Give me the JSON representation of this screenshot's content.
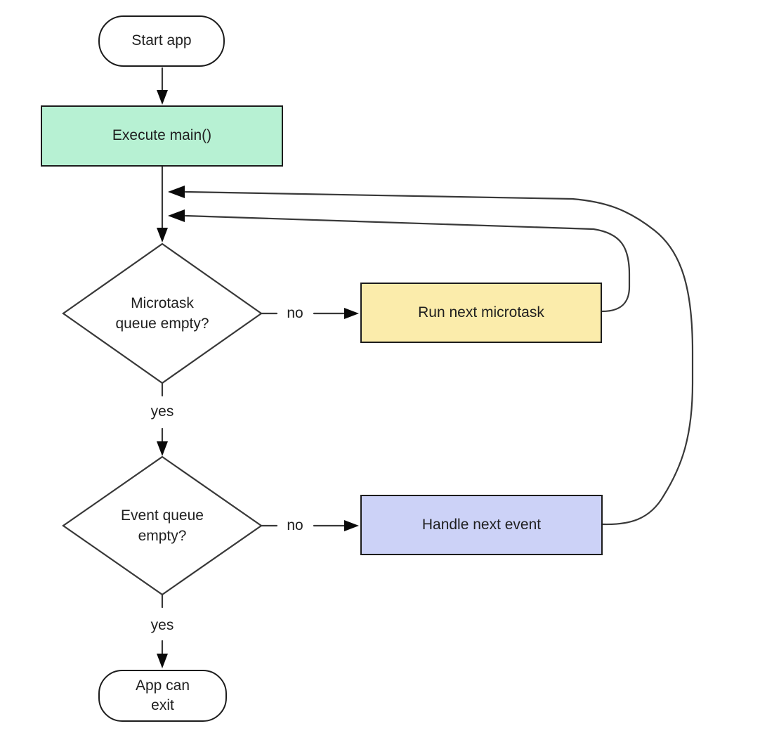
{
  "diagram": {
    "type": "flowchart",
    "nodes": {
      "start": {
        "label": "Start app",
        "shape": "terminal",
        "fill": "#ffffff"
      },
      "execute_main": {
        "label": "Execute main()",
        "shape": "process",
        "fill": "#b7f1d3"
      },
      "microtask_decision": {
        "label": "Microtask\nqueue empty?",
        "shape": "decision",
        "fill": "#ffffff"
      },
      "run_microtask": {
        "label": "Run next microtask",
        "shape": "process",
        "fill": "#fbecab"
      },
      "event_decision": {
        "label": "Event queue\nempty?",
        "shape": "decision",
        "fill": "#ffffff"
      },
      "handle_event": {
        "label": "Handle next event",
        "shape": "process",
        "fill": "#ccd2f7"
      },
      "app_exit": {
        "label": "App can\nexit",
        "shape": "terminal",
        "fill": "#ffffff"
      }
    },
    "edge_labels": {
      "microtask_no": "no",
      "microtask_yes": "yes",
      "event_no": "no",
      "event_yes": "yes"
    },
    "colors": {
      "background": "#ffffff",
      "line": "#383838",
      "arrowhead": "#0a0a0a",
      "node_border": "#1c1c1c",
      "text": "#1f1f1f"
    }
  }
}
